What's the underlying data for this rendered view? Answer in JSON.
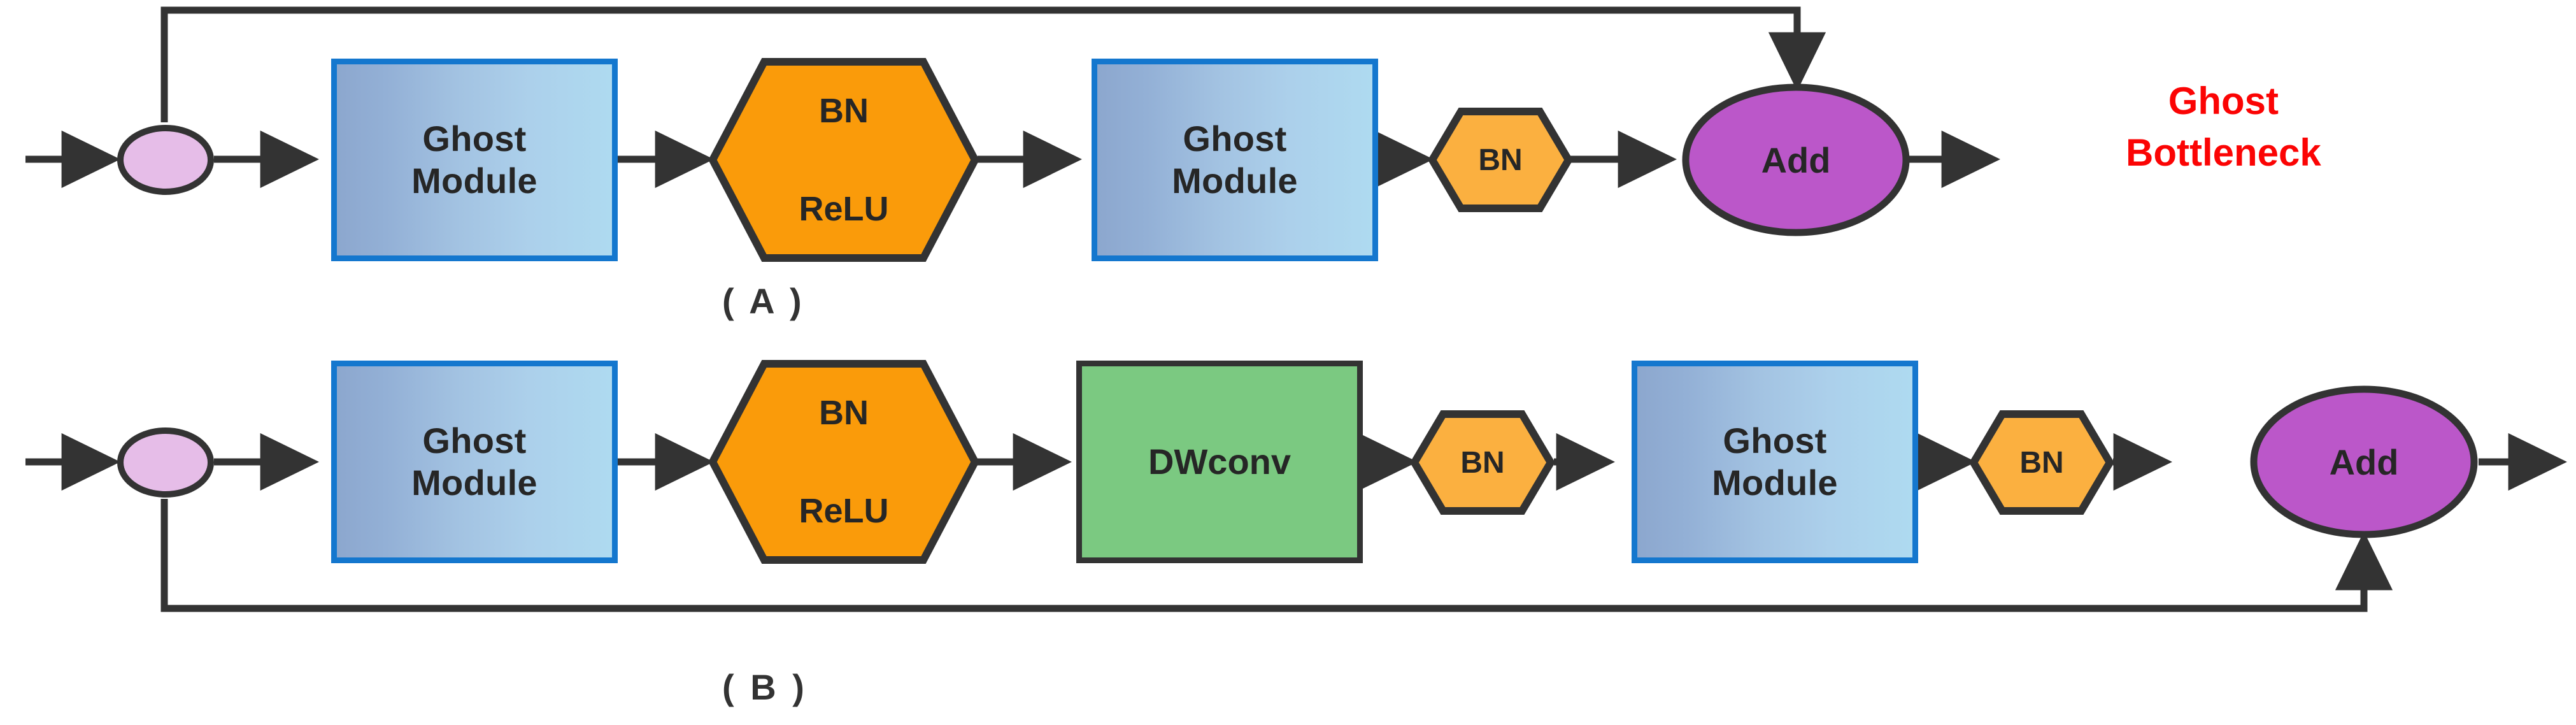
{
  "figure": {
    "title_annotation": {
      "line1": "Ghost",
      "line2": "Bottleneck",
      "color": "#FB0404"
    },
    "palette": {
      "ghost_module_border": "#1477CE",
      "ghost_module_fill_left": "#8CA7CE",
      "ghost_module_fill_right": "#AEDAF0",
      "bn_relu_fill": "#FA9B0A",
      "bn_fill": "#FBB040",
      "dwconv_fill": "#7BC981",
      "add_fill": "#BB57C9",
      "input_node_fill": "#E6BDE8",
      "stroke": "#333333"
    },
    "rows": [
      {
        "id": "A",
        "caption": "( A )",
        "skip_connection": "top",
        "nodes": [
          {
            "name": "input-node",
            "shape": "circle",
            "label": ""
          },
          {
            "name": "ghost-module-1",
            "shape": "rectangle",
            "label_line1": "Ghost",
            "label_line2": "Module"
          },
          {
            "name": "bn-relu",
            "shape": "hexagon",
            "label_line1": "BN",
            "label_line2": "ReLU"
          },
          {
            "name": "ghost-module-2",
            "shape": "rectangle",
            "label_line1": "Ghost",
            "label_line2": "Module"
          },
          {
            "name": "bn",
            "shape": "hexagon",
            "label_line1": "BN"
          },
          {
            "name": "add",
            "shape": "ellipse",
            "label_line1": "Add"
          }
        ]
      },
      {
        "id": "B",
        "caption": "( B )",
        "skip_connection": "bottom",
        "nodes": [
          {
            "name": "input-node",
            "shape": "circle",
            "label": ""
          },
          {
            "name": "ghost-module-1",
            "shape": "rectangle",
            "label_line1": "Ghost",
            "label_line2": "Module"
          },
          {
            "name": "bn-relu",
            "shape": "hexagon",
            "label_line1": "BN",
            "label_line2": "ReLU"
          },
          {
            "name": "dwconv",
            "shape": "rectangle",
            "label_line1": "DWconv"
          },
          {
            "name": "bn-1",
            "shape": "hexagon",
            "label_line1": "BN"
          },
          {
            "name": "ghost-module-2",
            "shape": "rectangle",
            "label_line1": "Ghost",
            "label_line2": "Module"
          },
          {
            "name": "bn-2",
            "shape": "hexagon",
            "label_line1": "BN"
          },
          {
            "name": "add",
            "shape": "ellipse",
            "label_line1": "Add"
          }
        ]
      }
    ]
  }
}
